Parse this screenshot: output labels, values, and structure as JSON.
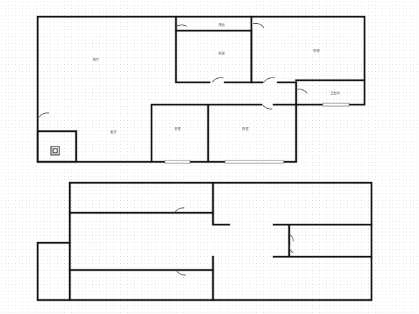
{
  "floor_plan": {
    "room_labels": [
      {
        "id": "room-label-living-top",
        "text": "客厅"
      },
      {
        "id": "room-label-balcony",
        "text": "阳台"
      },
      {
        "id": "room-label-bedroom-center",
        "text": "卧室"
      },
      {
        "id": "room-label-bedroom-right",
        "text": "卧室"
      },
      {
        "id": "room-label-bathroom",
        "text": "卫生间"
      },
      {
        "id": "room-label-living-bottom",
        "text": "客厅"
      },
      {
        "id": "room-label-bedroom-lower-left",
        "text": "卧室"
      },
      {
        "id": "room-label-bedroom-lower-right",
        "text": "卧室"
      }
    ]
  }
}
